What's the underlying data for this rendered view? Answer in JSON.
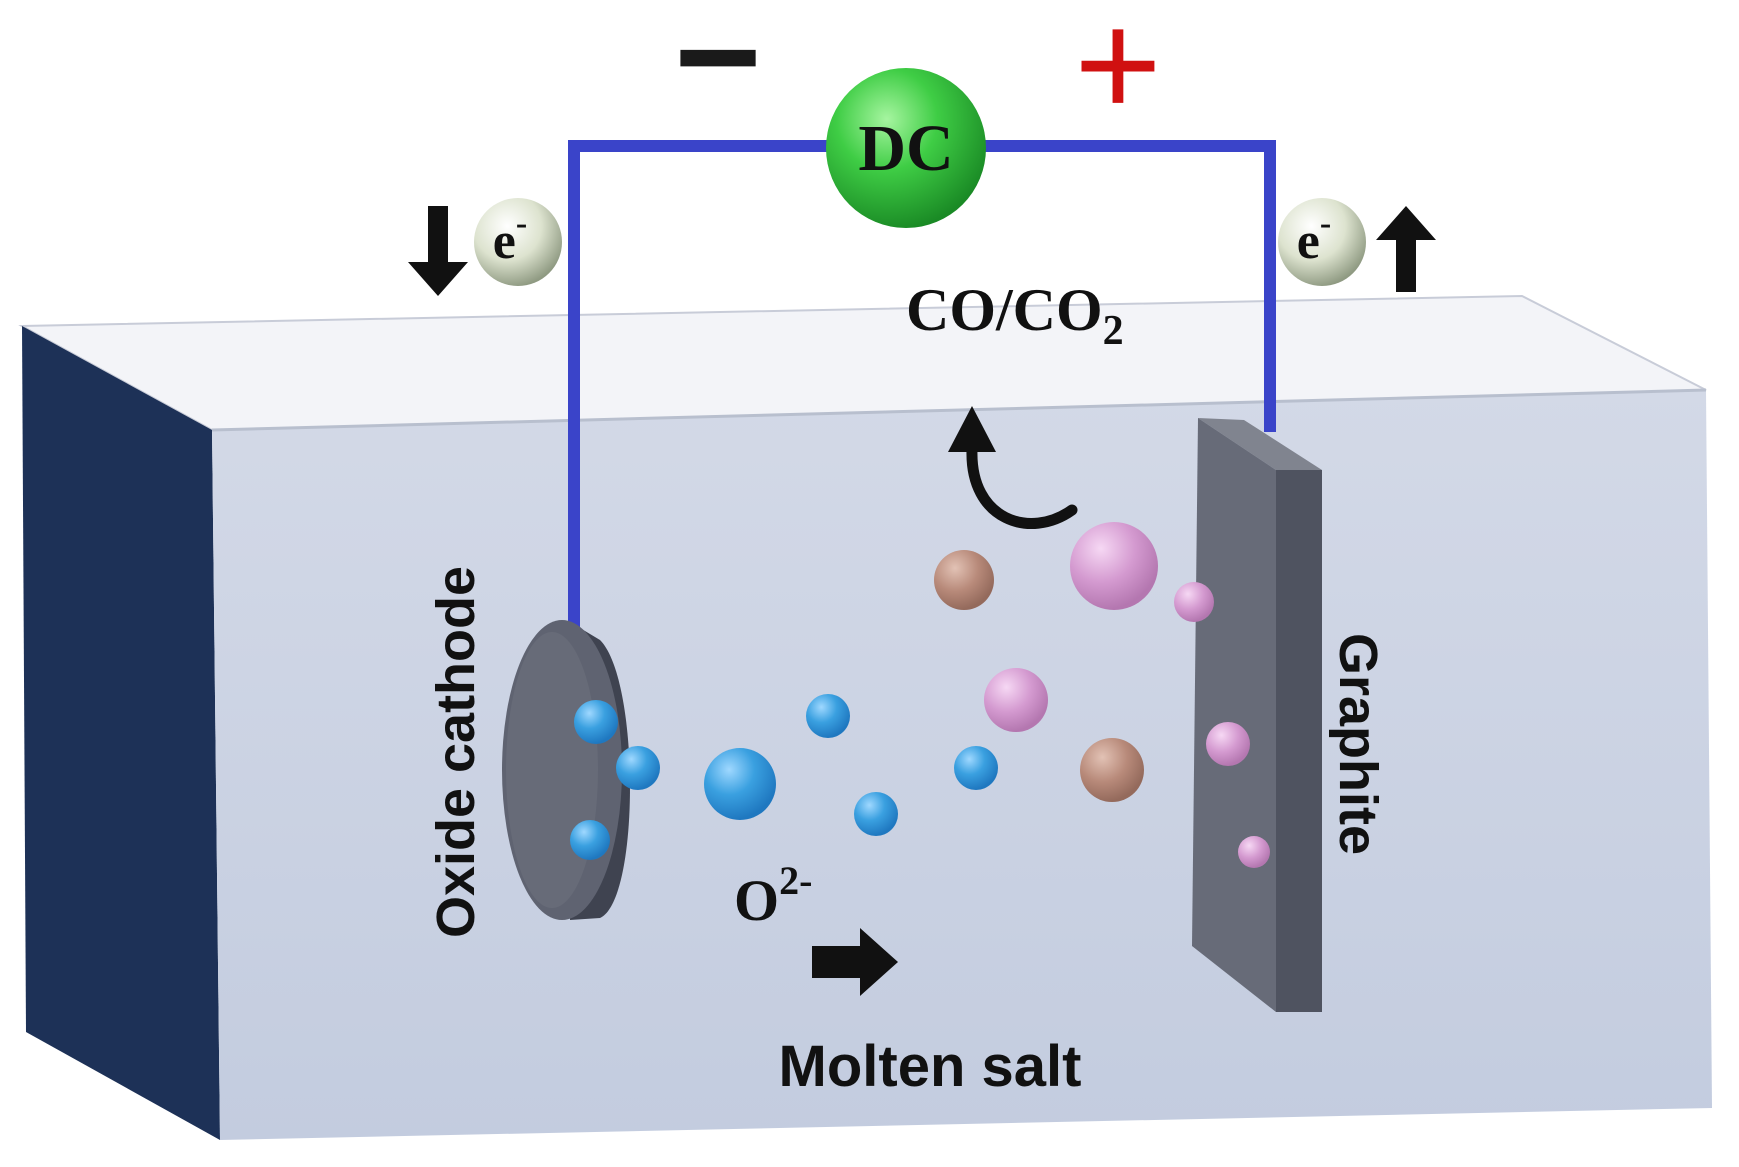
{
  "power_source": {
    "label": "DC",
    "negative_sign": "−",
    "positive_sign": "+"
  },
  "electrons": {
    "left_label": "e",
    "left_charge": "-",
    "right_label": "e",
    "right_charge": "-"
  },
  "gas_product": {
    "text_main": "CO/CO",
    "text_sub": "2"
  },
  "oxide_ion": {
    "text_main": "O",
    "text_sup": "2-"
  },
  "labels": {
    "cathode": "Oxide cathode",
    "anode": "Graphite",
    "electrolyte": "Molten salt"
  },
  "colors": {
    "wire": "#3a44c9",
    "dc_source": "#2fbf3f",
    "positive_sign": "#d01010",
    "negative_sign": "#1a1a1a",
    "electrolyte_front": "#c7cfe0",
    "electrolyte_top": "#f2f3f7",
    "container_side": "#1d3157",
    "electrode": "#5f6371",
    "oxide_ion": "#3aa0e0",
    "pink_species": "#d49ad0",
    "brown_species": "#b88a7a"
  }
}
